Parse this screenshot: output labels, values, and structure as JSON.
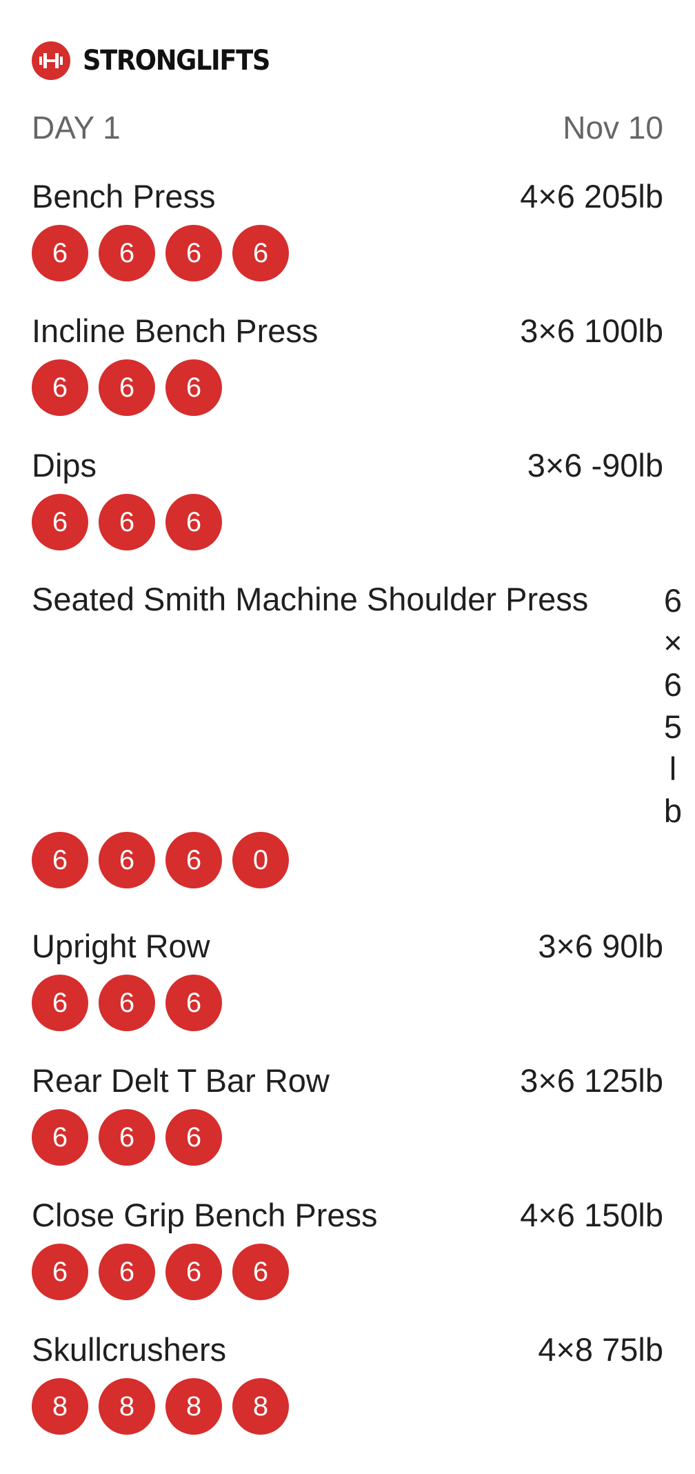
{
  "app": {
    "brand_name": "STRONGLIFTS",
    "brand_color": "#d62d2d"
  },
  "workout": {
    "day_label": "DAY 1",
    "date": "Nov 10"
  },
  "exercises": [
    {
      "name": "Bench Press",
      "target": "4×6 205lb",
      "sets": [
        "6",
        "6",
        "6",
        "6"
      ]
    },
    {
      "name": "Incline Bench Press",
      "target": "3×6 100lb",
      "sets": [
        "6",
        "6",
        "6"
      ]
    },
    {
      "name": "Dips",
      "target": "3×6 -90lb",
      "sets": [
        "6",
        "6",
        "6"
      ]
    },
    {
      "name": "Seated Smith Machine Shoulder Press",
      "target": "6×65lb",
      "target_chars": [
        "6",
        "×",
        "6",
        "5",
        "l",
        "b"
      ],
      "sets": [
        "6",
        "6",
        "6",
        "0"
      ]
    },
    {
      "name": "Upright Row",
      "target": "3×6 90lb",
      "sets": [
        "6",
        "6",
        "6"
      ]
    },
    {
      "name": "Rear Delt T Bar Row",
      "target": "3×6 125lb",
      "sets": [
        "6",
        "6",
        "6"
      ]
    },
    {
      "name": "Close Grip Bench Press",
      "target": "4×6 150lb",
      "sets": [
        "6",
        "6",
        "6",
        "6"
      ]
    },
    {
      "name": "Skullcrushers",
      "target": "4×8 75lb",
      "sets": [
        "8",
        "8",
        "8",
        "8"
      ]
    }
  ]
}
